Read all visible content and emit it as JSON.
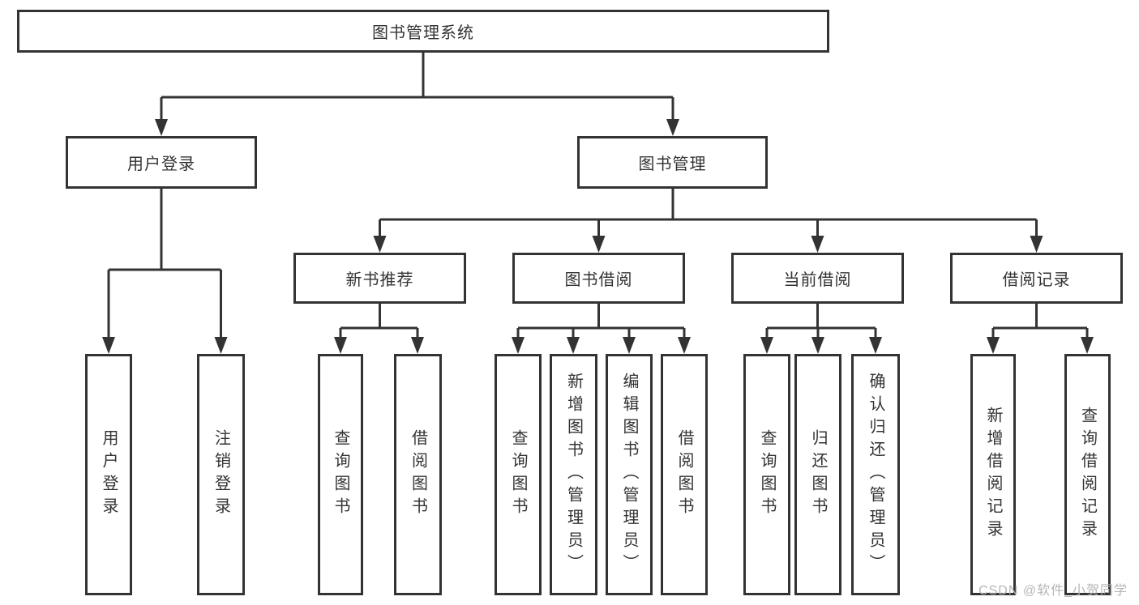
{
  "tree": {
    "root": "图书管理系统",
    "children": [
      {
        "label": "用户登录",
        "leaves": [
          "用户登录",
          "注销登录"
        ]
      },
      {
        "label": "图书管理",
        "children": [
          {
            "label": "新书推荐",
            "leaves": [
              "查询图书",
              "借阅图书"
            ]
          },
          {
            "label": "图书借阅",
            "leaves": [
              "查询图书",
              "新增图书（管理员）",
              "编辑图书（管理员）",
              "借阅图书"
            ]
          },
          {
            "label": "当前借阅",
            "leaves": [
              "查询图书",
              "归还图书",
              "确认归还（管理员）"
            ]
          },
          {
            "label": "借阅记录",
            "leaves": [
              "新增借阅记录",
              "查询借阅记录"
            ]
          }
        ]
      }
    ]
  },
  "watermark": "CSDN @软件_小贺同学",
  "colors": {
    "line": "#333333",
    "text": "#333333",
    "box_background": "#ffffff",
    "watermark": "#b6b6ba",
    "page_background": "#ffffff"
  }
}
